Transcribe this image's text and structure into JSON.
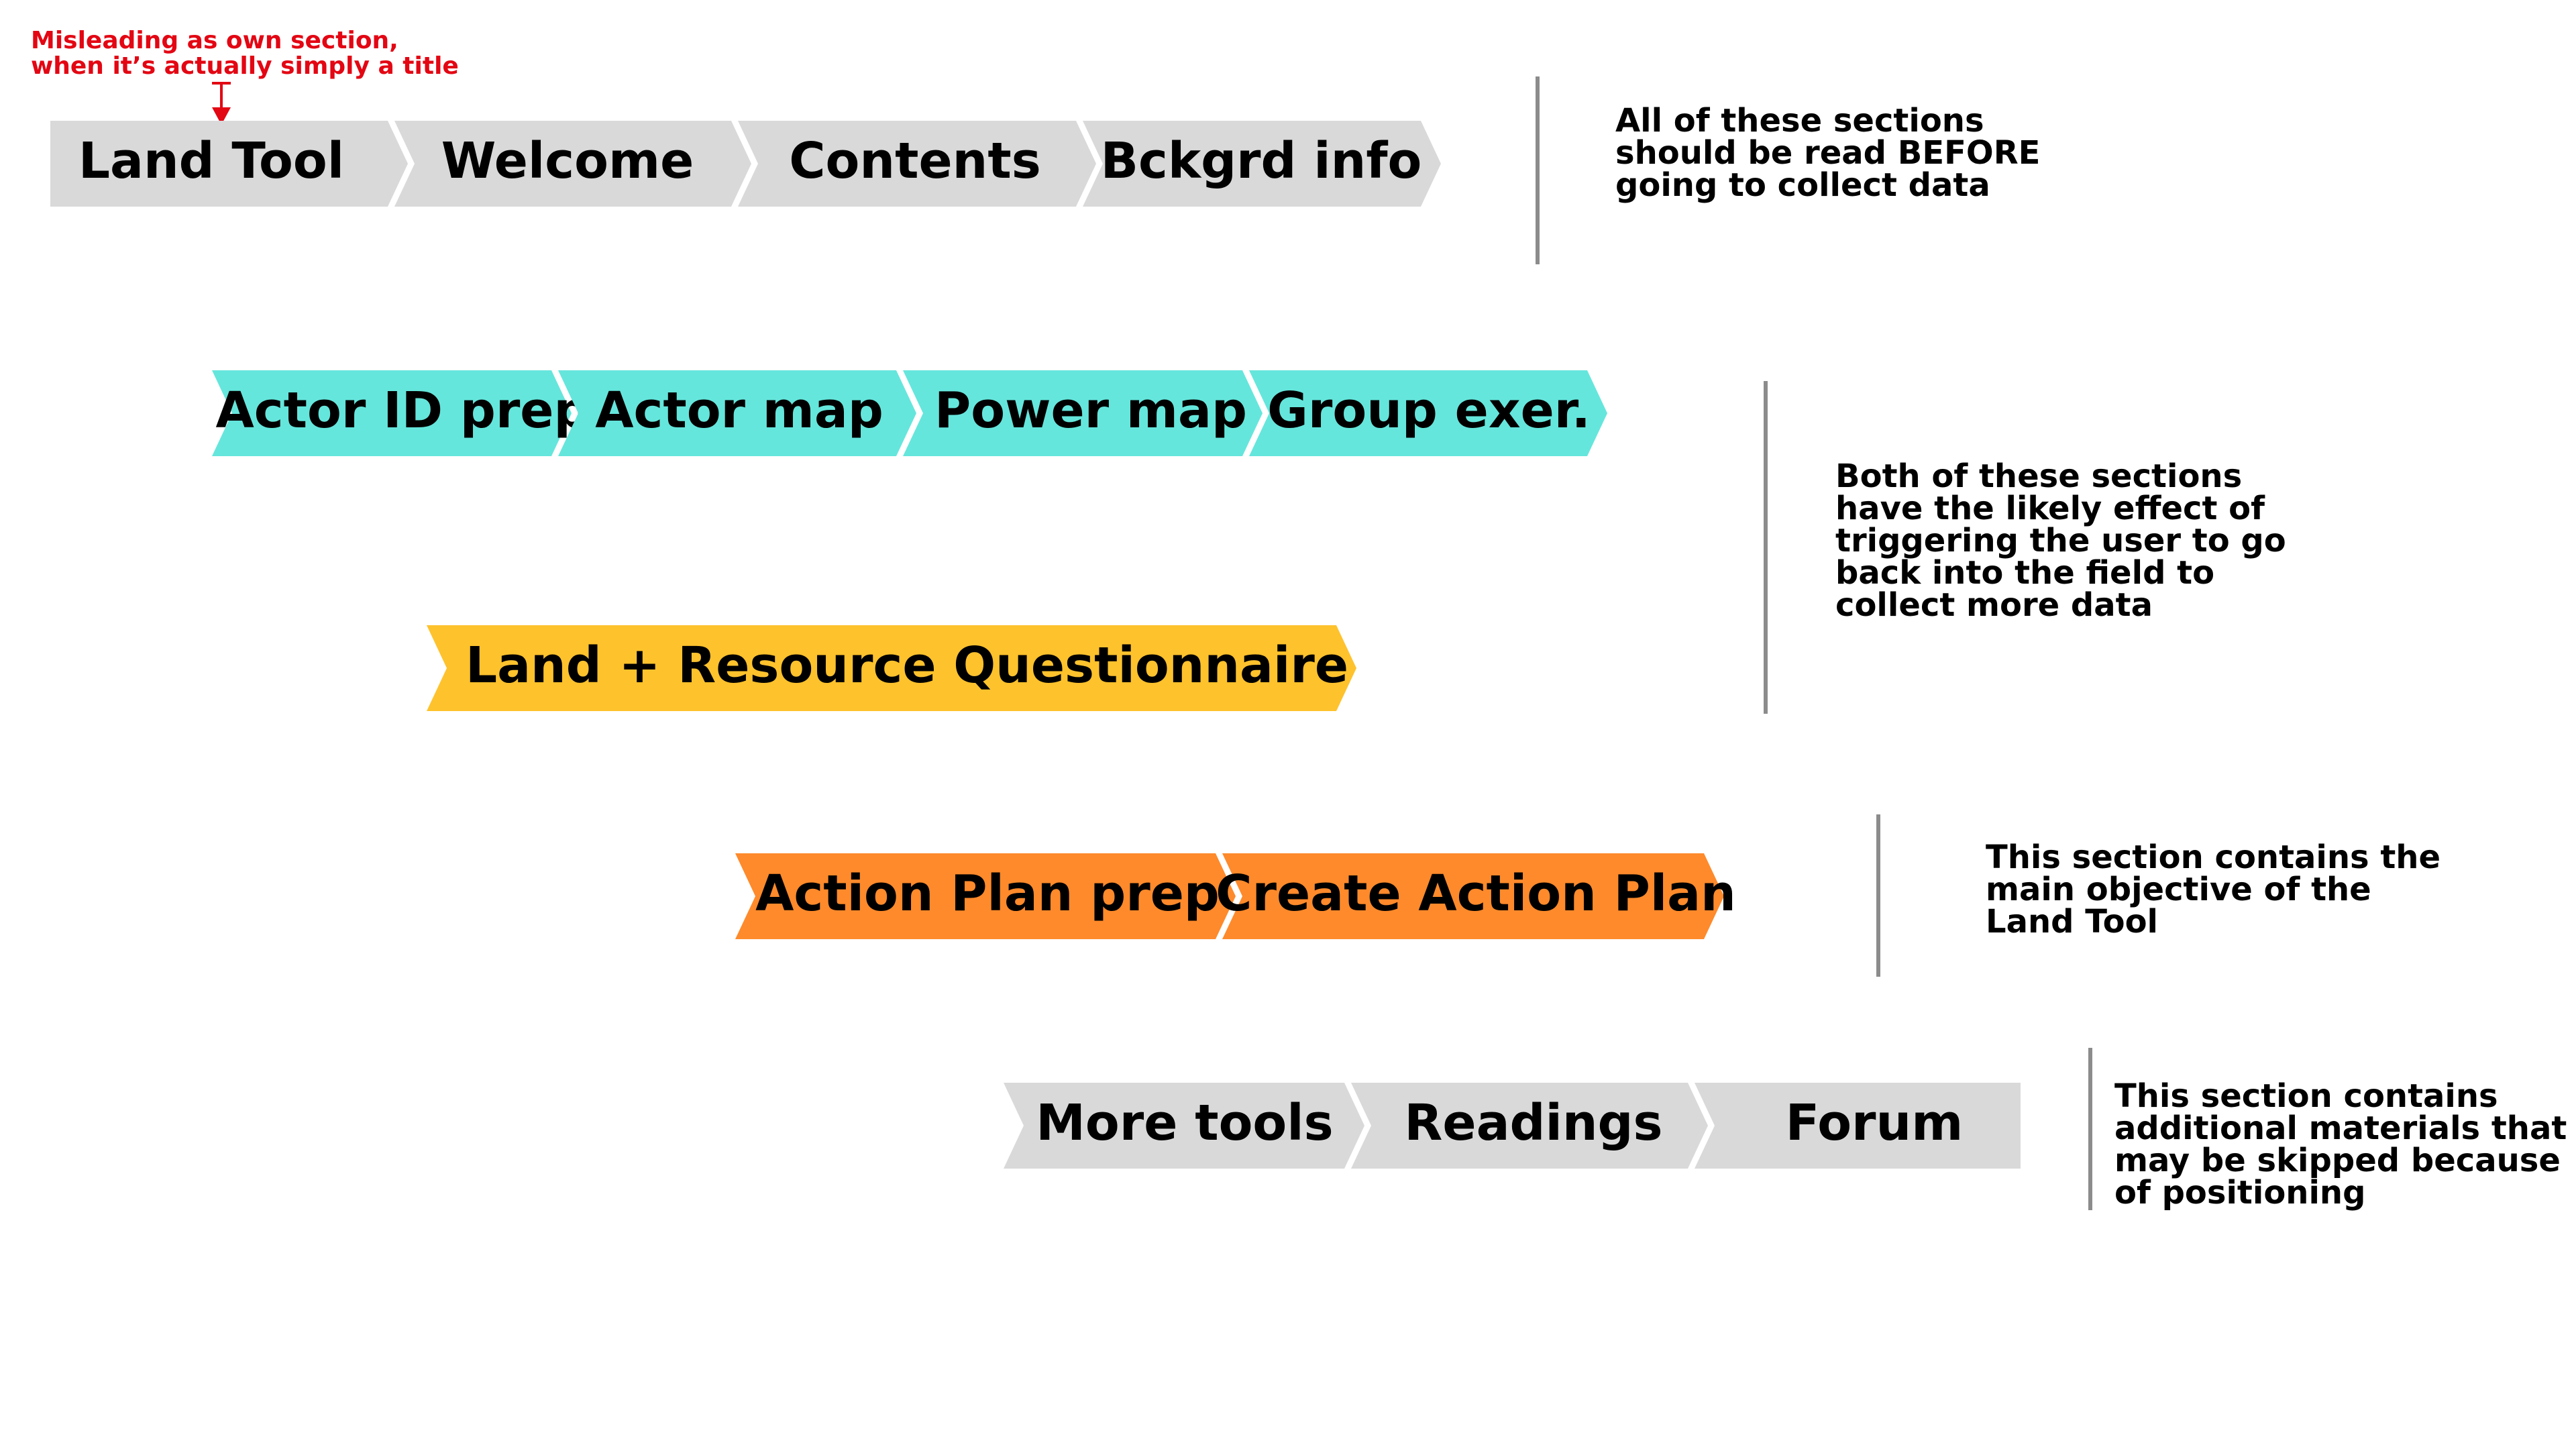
{
  "colors": {
    "gray": "#d9d9d9",
    "teal": "#65e6dc",
    "yellow": "#fec22d",
    "orange": "#fe8a2b",
    "divider": "#8c8c8c",
    "annotation_red": "#e30613",
    "text": "#000000"
  },
  "annotation": {
    "lines": [
      "Misleading as own section,",
      "when it’s actually simply a title"
    ]
  },
  "rows": [
    {
      "id": "intro",
      "color": "gray",
      "items": [
        "Land Tool",
        "Welcome",
        "Contents",
        "Bckgrd info"
      ],
      "note": [
        "All of these sections",
        "should be read BEFORE",
        "going to collect data"
      ]
    },
    {
      "id": "actors",
      "color": "teal",
      "items": [
        "Actor ID prep",
        "Actor map",
        "Power map",
        "Group exer."
      ]
    },
    {
      "id": "questionnaire",
      "color": "yellow",
      "items": [
        "Land + Resource Questionnaire"
      ],
      "note": [
        "Both of these sections",
        "have the likely effect of",
        "triggering the user to go",
        "back into the field to",
        "collect more data"
      ]
    },
    {
      "id": "action-plan",
      "color": "orange",
      "items": [
        "Action Plan prep",
        "Create Action Plan"
      ],
      "note": [
        "This section contains the",
        "main objective of the",
        "Land Tool"
      ]
    },
    {
      "id": "extras",
      "color": "gray",
      "items": [
        "More tools",
        "Readings",
        "Forum"
      ],
      "note": [
        "This section contains",
        "additional materials that",
        "may be skipped because",
        "of positioning"
      ]
    }
  ]
}
